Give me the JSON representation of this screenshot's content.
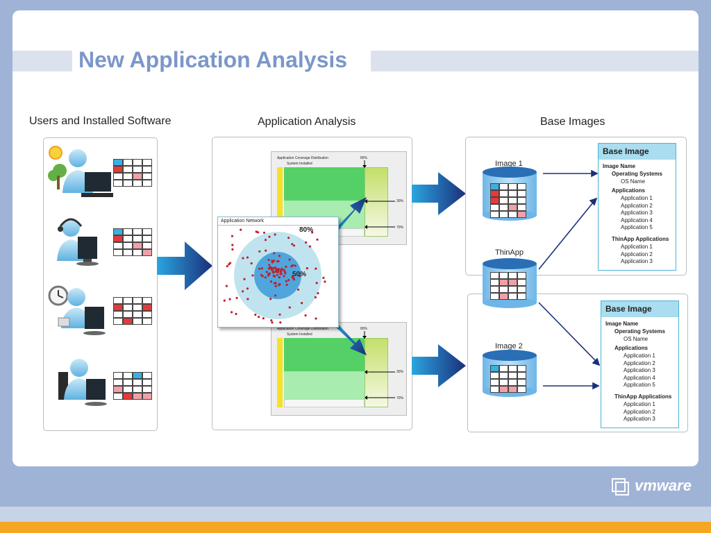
{
  "title": "New Application Analysis",
  "sections": {
    "users": "Users and Installed Software",
    "analysis": "Application Analysis",
    "base_images": "Base Images"
  },
  "coverage_chart": {
    "title": "Application Coverage Distribution",
    "subtitle": "System Installed",
    "marker_top": "80%",
    "marker_mid": "30%",
    "marker_low": "70%"
  },
  "network": {
    "title": "Application Network",
    "outer_label": "80%",
    "inner_label": "50%"
  },
  "cylinders": {
    "image1": "Image 1",
    "thinapp": "ThinApp",
    "image2": "Image 2"
  },
  "base_image_1": {
    "header": "Base Image",
    "image_name": "Image Name",
    "os_heading": "Operating Systems",
    "os_name": "OS Name",
    "apps_heading": "Applications",
    "apps": [
      "Application 1",
      "Application 2",
      "Application 3",
      "Application 4",
      "Application 5"
    ],
    "thinapp_heading": "ThinApp Applications",
    "thinapp_apps": [
      "Application 1",
      "Application 2",
      "Application 3"
    ]
  },
  "base_image_2": {
    "header": "Base Image",
    "image_name": "Image Name",
    "os_heading": "Operating Systems",
    "os_name": "OS Name",
    "apps_heading": "Applications",
    "apps": [
      "Application 1",
      "Application 2",
      "Application 3",
      "Application 4",
      "Application 5"
    ],
    "thinapp_heading": "ThinApp Applications",
    "thinapp_apps": [
      "Application 1",
      "Application 2",
      "Application 3"
    ]
  },
  "logo": "vmware",
  "colors": {
    "title": "#7b97c9",
    "accent_blue": "#1a9ad6",
    "arrow_navy": "#1b2f7a",
    "cell_red": "#e53a3a",
    "cell_pink": "#f0a0a8",
    "cell_cyan": "#3ab0e0",
    "footer_orange": "#f5a623"
  },
  "icons": [
    "user-sun-icon",
    "user-headset-icon",
    "user-clock-icon",
    "user-desktop-icon",
    "database-cylinder-icon",
    "vmware-logo-icon"
  ]
}
